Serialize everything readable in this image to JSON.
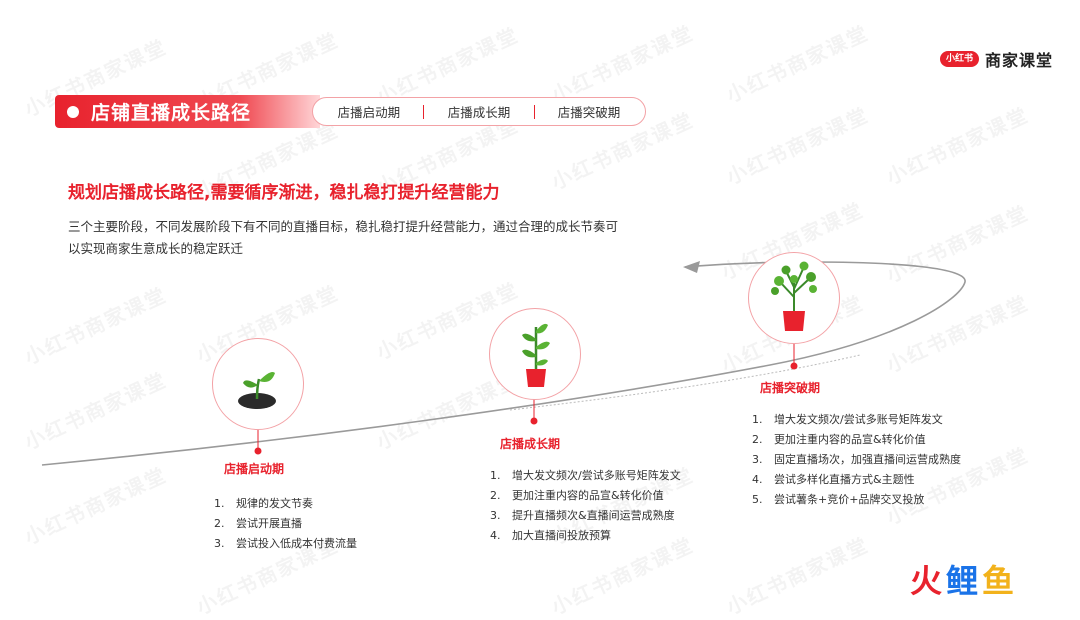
{
  "brand": {
    "pill": "小红书",
    "name": "商家课堂"
  },
  "header": {
    "title": "店铺直播成长路径",
    "tabs": [
      "店播启动期",
      "店播成长期",
      "店播突破期"
    ]
  },
  "headline": "规划店播成长路径,需要循序渐进，稳扎稳打提升经营能力",
  "intro": "三个主要阶段，不同发展阶段下有不同的直播目标，稳扎稳打提升经营能力，通过合理的成长节奏可以实现商家生意成长的稳定跃迁",
  "watermark": "小红书商家课堂",
  "stages": [
    {
      "label": "店播启动期",
      "icon": "sprout-icon",
      "items": [
        {
          "num": "1.",
          "text": "规律的发文节奏"
        },
        {
          "num": "2.",
          "text": "尝试开展直播"
        },
        {
          "num": "3.",
          "text": "尝试投入低成本付费流量"
        }
      ]
    },
    {
      "label": "店播成长期",
      "icon": "potted-plant-icon",
      "items": [
        {
          "num": "1.",
          "text": "增大发文频次/尝试多账号矩阵发文"
        },
        {
          "num": "2.",
          "text": "更加注重内容的品宣&转化价值"
        },
        {
          "num": "3.",
          "text": "提升直播频次&直播间运营成熟度"
        },
        {
          "num": "4.",
          "text": "加大直播间投放预算"
        }
      ]
    },
    {
      "label": "店播突破期",
      "icon": "tree-icon",
      "items": [
        {
          "num": "1.",
          "text": "增大发文频次/尝试多账号矩阵发文"
        },
        {
          "num": "2.",
          "text": "更加注重内容的品宣&转化价值"
        },
        {
          "num": "3.",
          "text": "固定直播场次，加强直播间运营成熟度"
        },
        {
          "num": "4.",
          "text": "尝试多样化直播方式&主题性"
        },
        {
          "num": "5.",
          "text": "尝试薯条+竞价+品牌交叉投放"
        }
      ]
    }
  ],
  "footer_logo": [
    "火",
    "鲤",
    "鱼"
  ],
  "colors": {
    "accent": "#e8222d",
    "accent_light": "#f3a2a6"
  }
}
